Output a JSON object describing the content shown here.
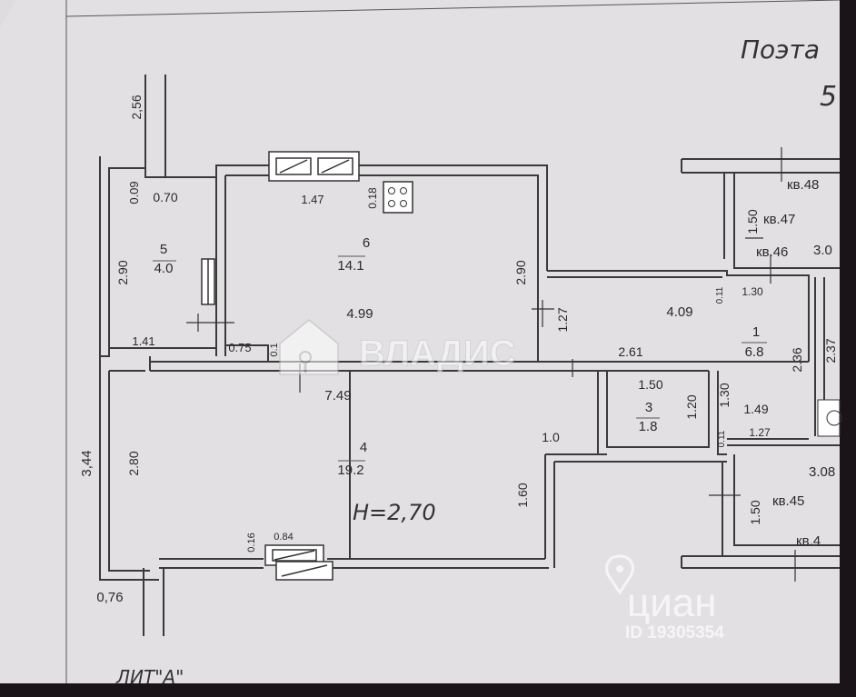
{
  "header": {
    "line1": "Поэта",
    "line2": "5"
  },
  "litera": "ЛИТ\"А\"",
  "height_label": "H=2,70",
  "rooms": [
    {
      "number": "6",
      "area": "14.1"
    },
    {
      "number": "5",
      "area": "4.0"
    },
    {
      "number": "4",
      "area": "19.2"
    },
    {
      "number": "3",
      "area": "1.8"
    },
    {
      "number": "1",
      "area": "6.8"
    }
  ],
  "neighbors": [
    "кв.48",
    "кв.47",
    "кв.46",
    "кв.45",
    "кв.4"
  ],
  "dimensions": {
    "d256": "2,56",
    "d009": "0.09",
    "d070": "0.70",
    "d147": "1.47",
    "d018": "0.18",
    "d290a": "2.90",
    "d290b": "2.90",
    "d499": "4.99",
    "d141": "1.41",
    "d075": "0.75",
    "d01": "0.1",
    "d127a": "1.27",
    "d409": "4.09",
    "d011a": "0.11",
    "d130a": "1.30",
    "d150a": "1.50",
    "d300": "3.0",
    "d236": "2.36",
    "d237": "2.37",
    "d261": "2.61",
    "d150b": "1.50",
    "d130b": "1.30",
    "d120": "1.20",
    "d149": "1.49",
    "d011b": "0.11",
    "d127b": "1.27",
    "d10": "1.0",
    "d749": "7.49",
    "d344": "3,44",
    "d280": "2.80",
    "d160a": "1.60",
    "d016": "0.16",
    "d084": "0.84",
    "d076": "0,76",
    "d308": "3.08",
    "d150c": "1.50"
  },
  "watermark": {
    "brand": "ВЛАДИС",
    "cian": "циан",
    "cian_id": "ID 19305354"
  }
}
